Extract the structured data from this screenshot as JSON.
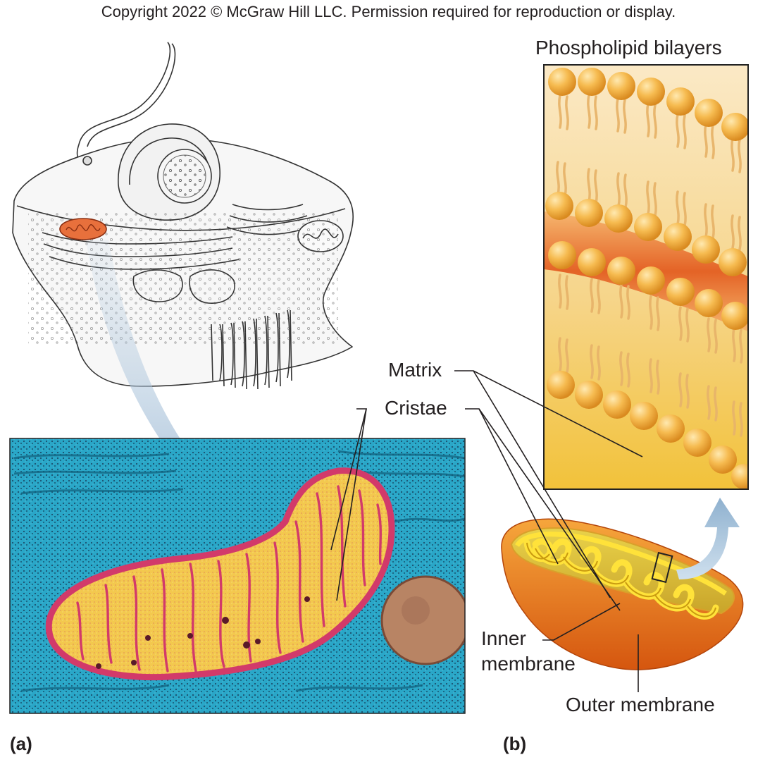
{
  "copyright": "Copyright 2022 © McGraw Hill LLC. Permission required for reproduction or display.",
  "labels": {
    "phospholipid": "Phospholipid bilayers",
    "matrix": "Matrix",
    "cristae": "Cristae",
    "inner_line1": "Inner",
    "inner_line2": "membrane",
    "outer": "Outer membrane"
  },
  "panels": {
    "a": "(a)",
    "b": "(b)"
  },
  "colors": {
    "micrograph_bg": "#2aa7c8",
    "mito_matrix": "#f2c448",
    "mito_membrane": "#d23a6a",
    "outer_membrane": "#e8731a",
    "inner_membrane": "#ffe23a",
    "lipid_head": "#f5b546",
    "bilayer_band": "#e2621a",
    "cell_mito": "#e8703c"
  }
}
